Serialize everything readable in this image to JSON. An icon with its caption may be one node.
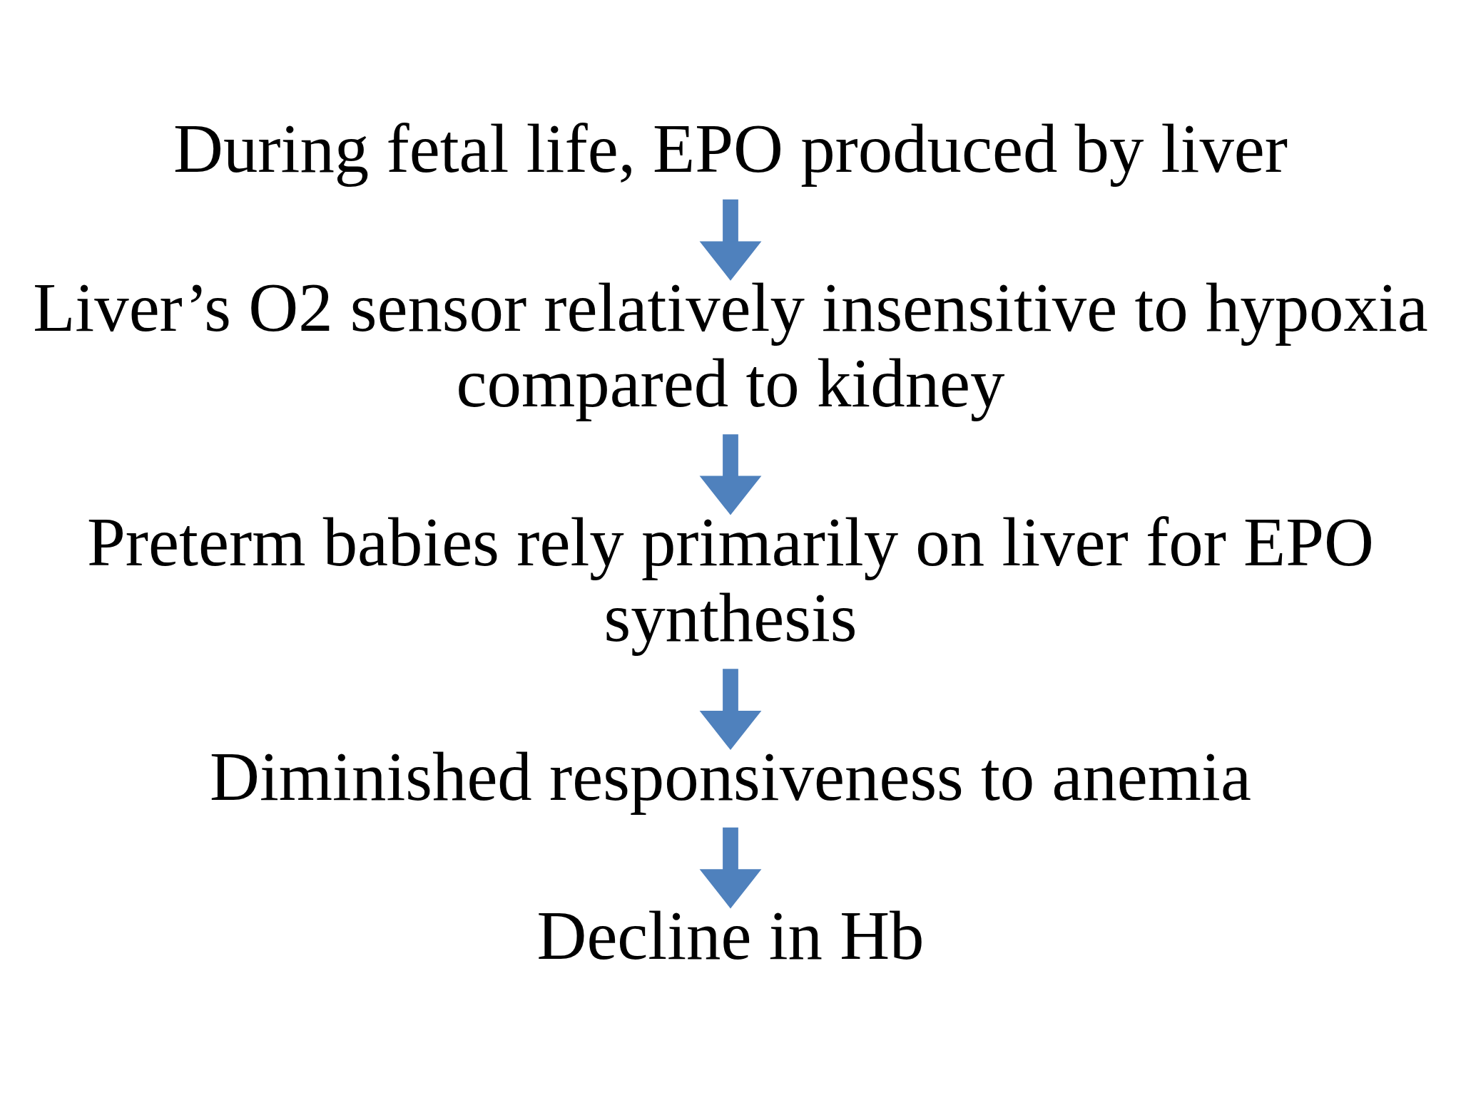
{
  "diagram": {
    "nodes": [
      {
        "text": [
          "During fetal life, EPO produced by liver"
        ]
      },
      {
        "text": [
          "Liver’s O2 sensor relatively insensitive to hypoxia compared to kidney"
        ]
      },
      {
        "text": [
          "Preterm babies rely primarily on liver for EPO synthesis"
        ]
      },
      {
        "text": [
          "Diminished responsiveness to anemia"
        ]
      },
      {
        "text": [
          "Decline in Hb"
        ]
      }
    ],
    "edges": [
      {
        "from": 0,
        "to": 1,
        "arrow": "to"
      },
      {
        "from": 1,
        "to": 2,
        "arrow": "to"
      },
      {
        "from": 2,
        "to": 3,
        "arrow": "to"
      },
      {
        "from": 3,
        "to": 4,
        "arrow": "to"
      }
    ]
  }
}
